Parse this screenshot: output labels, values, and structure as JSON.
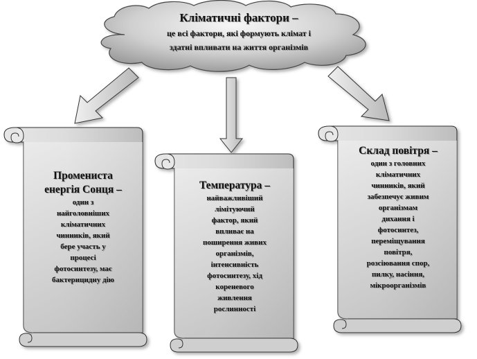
{
  "cloud": {
    "title": "Кліматичні фактори  –",
    "description_line1": "це всі фактори, які формують клімат і",
    "description_line2": "здатні впливати на життя організмів"
  },
  "scrolls": [
    {
      "title_line1": "Промениста",
      "title_line2": "енергія Сонця –",
      "description": [
        "один з",
        "найголовніших",
        "кліматичних",
        "чинників, який",
        "бере участь у",
        "процесі",
        "фотосинтезу, має",
        "бактерицидну дію"
      ]
    },
    {
      "title_line1": "Температура –",
      "description": [
        "найважливіший",
        "лімітуючий",
        "фактор, який",
        "впливає на",
        "поширення живих",
        "організмів,",
        "інтенсивність",
        "фотосинтезу, хід",
        "кореневого",
        "живлення",
        "рослинності"
      ]
    },
    {
      "title_line1": "Склад повітря –",
      "description": [
        "один з головних",
        "кліматичних",
        "чинників, який",
        "забезпечує живим",
        "організмам",
        "дихання і",
        "фотосинтез,",
        "переміщування",
        "повітря,",
        "розсіювання спор,",
        "пилку, насіння,",
        "мікроорганізмів"
      ]
    }
  ],
  "colors": {
    "cloud_fill_light": "#f2f2f2",
    "cloud_fill_dark": "#a8a8a8",
    "scroll_fill_light": "#f4f4f4",
    "scroll_fill_dark": "#b8b8b8",
    "arrow_fill": "#d6d6d6",
    "outline": "#3a3a3a"
  }
}
